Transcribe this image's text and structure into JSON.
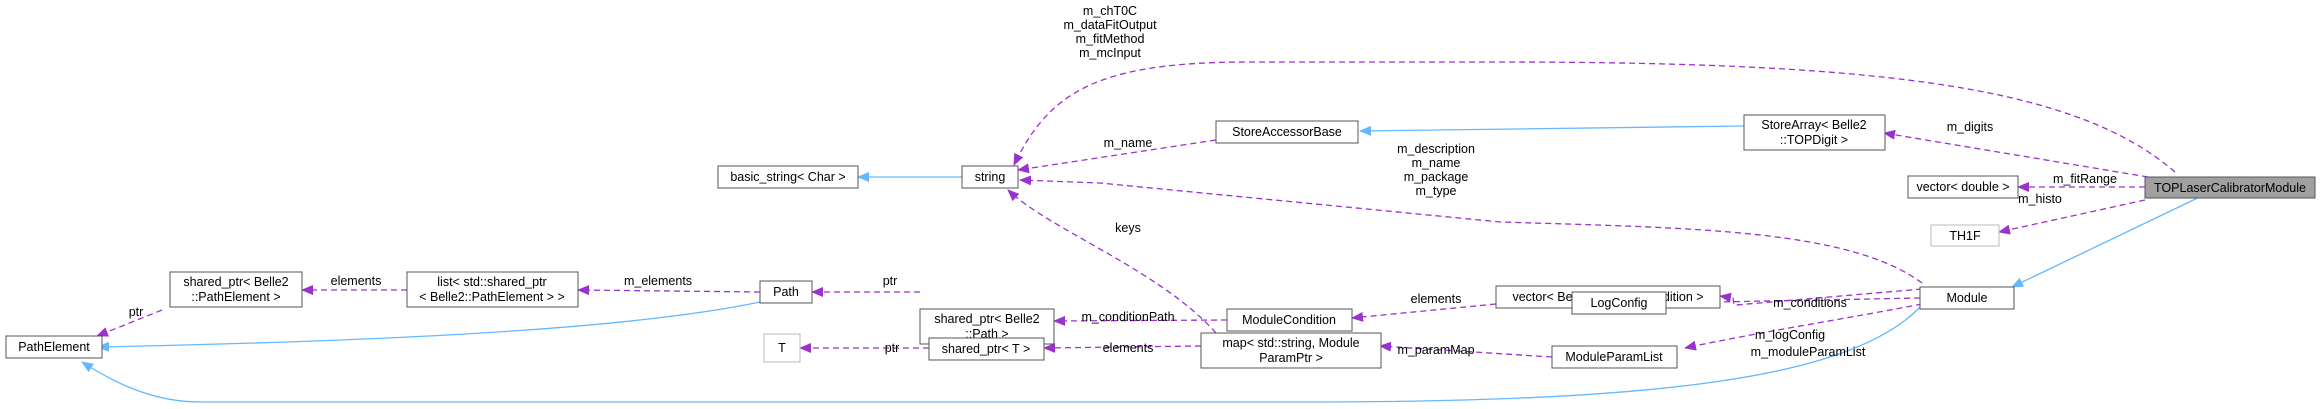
{
  "colors": {
    "inheritance_edge": "#63b8ff",
    "member_edge": "#9a32cd",
    "focus_node_fill": "#a0a0a0"
  },
  "nodes": {
    "focus": "TOPLaserCalibratorModule",
    "module": "Module",
    "store_array": [
      "StoreArray< Belle2",
      "::TOPDigit >"
    ],
    "vector_double": "vector< double >",
    "th1f": "TH1F",
    "string": "string",
    "basic_string": "basic_string< Char >",
    "store_accessor_base": "StoreAccessorBase",
    "vector_module_condition": "vector< Belle2::ModuleCondition >",
    "log_config": "LogConfig",
    "module_condition": "ModuleCondition",
    "module_param_list": "ModuleParamList",
    "map_param": [
      "map< std::string, Module",
      "ParamPtr >"
    ],
    "shared_ptr_path": [
      "shared_ptr< Belle2",
      "::Path >"
    ],
    "shared_ptr_t": "shared_ptr< T >",
    "t": "T",
    "path": "Path",
    "list_shared_ptr": [
      "list< std::shared_ptr",
      "< Belle2::PathElement > >"
    ],
    "shared_ptr_path_element": [
      "shared_ptr< Belle2",
      "::PathElement >"
    ],
    "path_element": "PathElement"
  },
  "edge_labels": {
    "focus_to_string": [
      "m_chT0C",
      "m_dataFitOutput",
      "m_fitMethod",
      "m_mcInput"
    ],
    "m_digits": "m_digits",
    "m_fitRange": "m_fitRange",
    "m_histo": "m_histo",
    "module_to_string": [
      "m_description",
      "m_name",
      "m_package",
      "m_type"
    ],
    "m_name": "m_name",
    "keys": "keys",
    "m_conditions": "m_conditions",
    "m_logConfig": "m_logConfig",
    "m_moduleParamList": "m_moduleParamList",
    "elements_condition": "elements",
    "m_conditionPath": "m_conditionPath",
    "m_paramMap": "m_paramMap",
    "elements_map": "elements",
    "ptr_t": "ptr",
    "ptr_path": "ptr",
    "m_elements": "m_elements",
    "elements_list": "elements",
    "ptr_path_element": "ptr"
  }
}
